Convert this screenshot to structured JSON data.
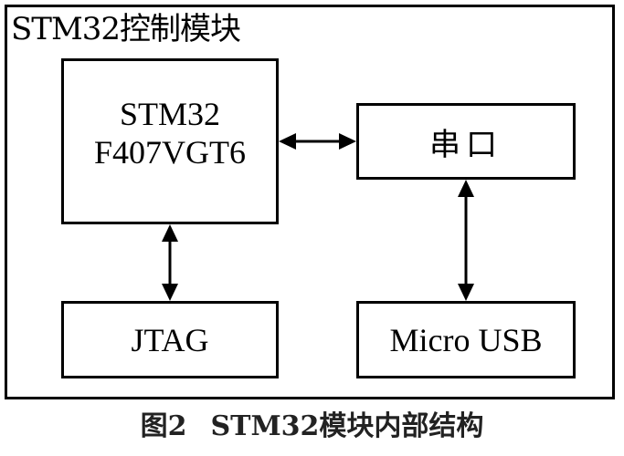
{
  "module": {
    "title": "STM32控制模块"
  },
  "blocks": {
    "mcu_line1": "STM32",
    "mcu_line2": "F407VGT6",
    "serial": "串口",
    "jtag": "JTAG",
    "usb": "Micro USB"
  },
  "caption": {
    "figure_label": "图2",
    "text": "STM32模块内部结构"
  }
}
